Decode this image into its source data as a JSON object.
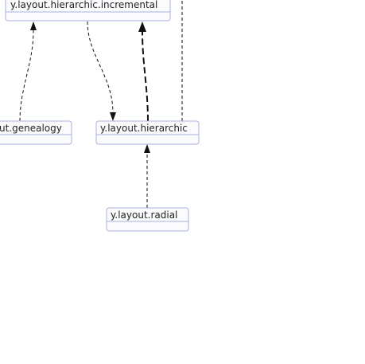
{
  "diagram": {
    "nodes": [
      {
        "id": "incremental",
        "label": "y.layout.hierarchic.incremental"
      },
      {
        "id": "genealogy",
        "label": "ut.genealogy"
      },
      {
        "id": "hierarchic",
        "label": "y.layout.hierarchic"
      },
      {
        "id": "radial",
        "label": "y.layout.radial"
      }
    ],
    "edges": [
      {
        "from": "genealogy",
        "to": "incremental",
        "style": "dashed"
      },
      {
        "from": "incremental",
        "to": "hierarchic",
        "style": "dashed"
      },
      {
        "from": "hierarchic",
        "to": "incremental",
        "style": "dashed-bold"
      },
      {
        "from": "radial",
        "to": "hierarchic",
        "style": "dashed"
      },
      {
        "from": "hierarchic",
        "to": "offscreen-above",
        "style": "dashed"
      }
    ]
  }
}
